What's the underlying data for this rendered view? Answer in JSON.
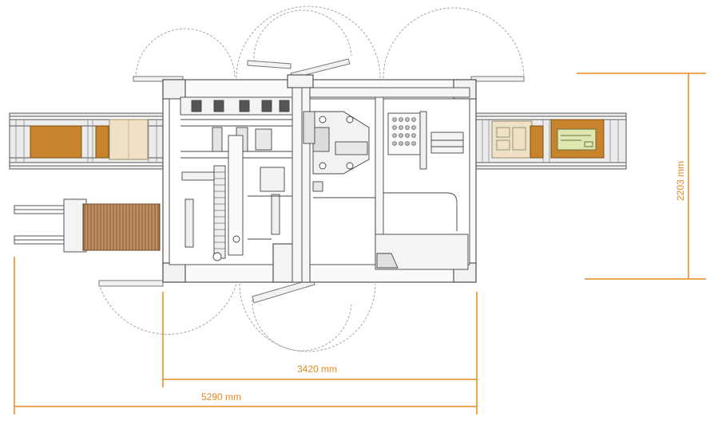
{
  "drawing": {
    "accent_color": "#E8871E",
    "line_color": "#555555",
    "door_arc_color": "#9a9a9a",
    "carton_color": "#C8842C",
    "dimensions": {
      "width_inner": "3420 mm",
      "width_total": "5290 mm",
      "depth": "2203 mm"
    }
  }
}
